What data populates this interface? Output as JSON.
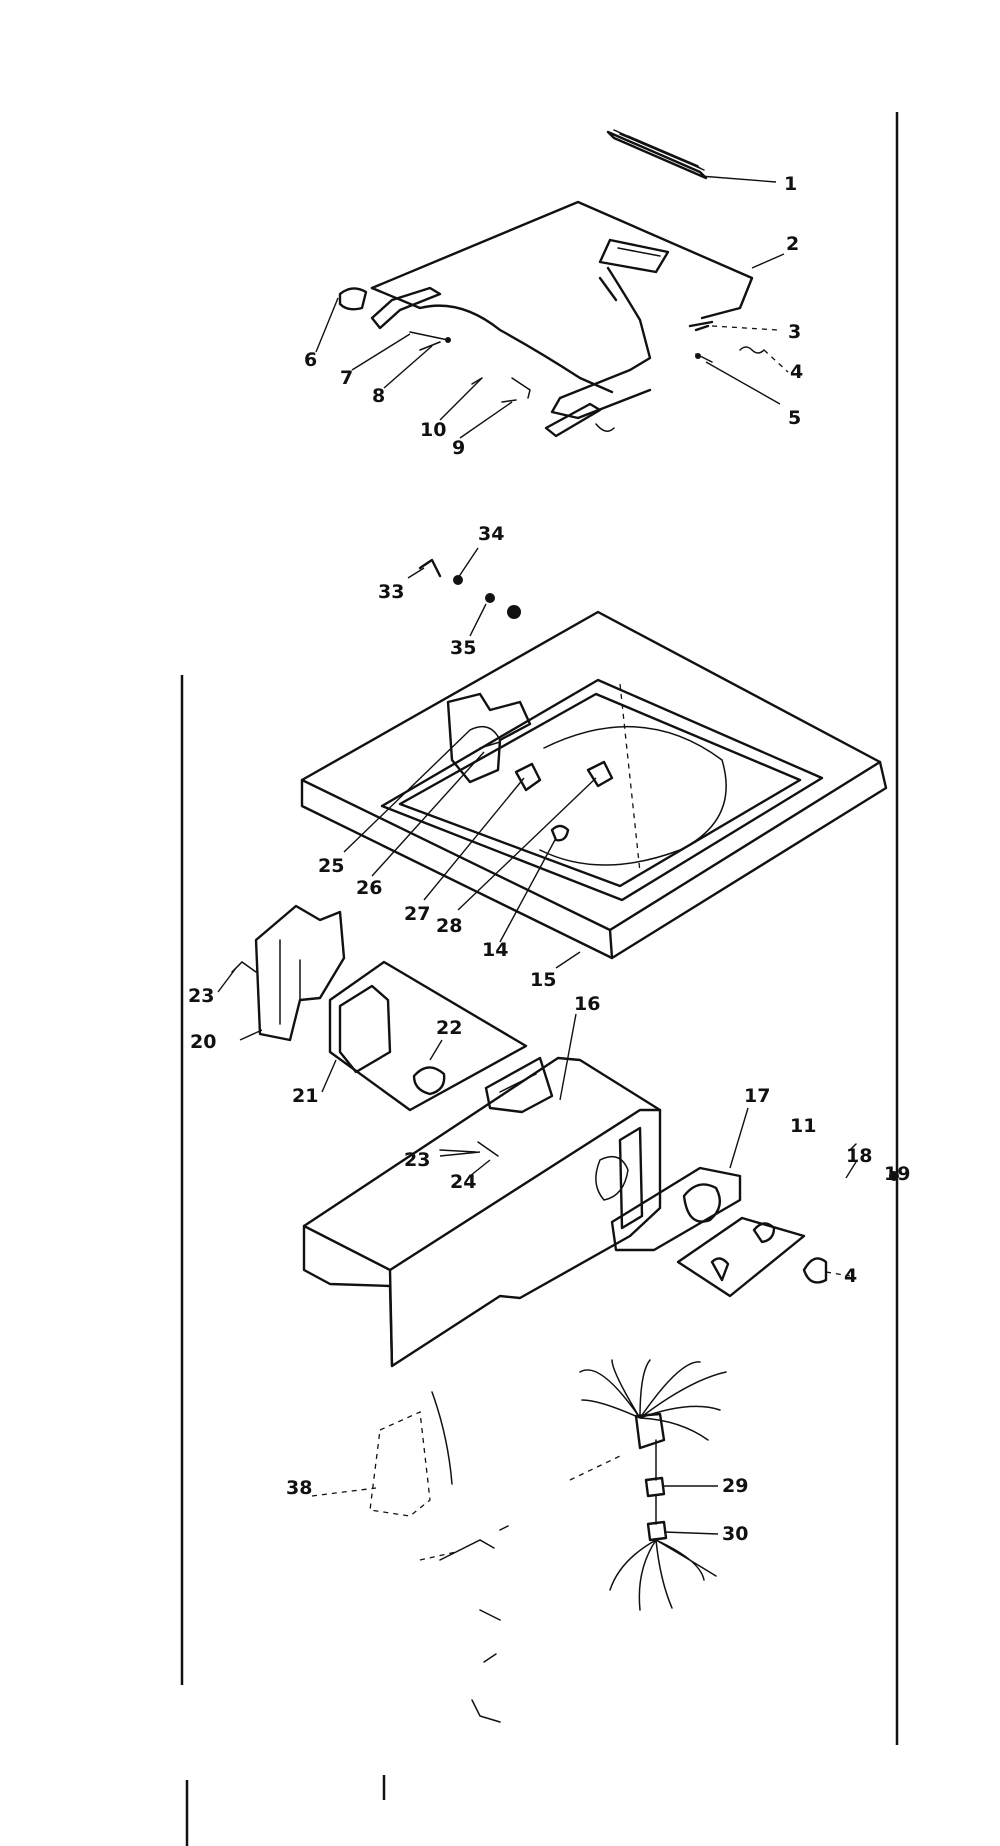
{
  "callouts": [
    {
      "id": "c1",
      "label": "1"
    },
    {
      "id": "c2",
      "label": "2"
    },
    {
      "id": "c3",
      "label": "3"
    },
    {
      "id": "c4",
      "label": "4"
    },
    {
      "id": "c5",
      "label": "5"
    },
    {
      "id": "c6",
      "label": "6"
    },
    {
      "id": "c7",
      "label": "7"
    },
    {
      "id": "c8",
      "label": "8"
    },
    {
      "id": "c10",
      "label": "10"
    },
    {
      "id": "c9",
      "label": "9"
    },
    {
      "id": "c33",
      "label": "33"
    },
    {
      "id": "c34",
      "label": "34"
    },
    {
      "id": "c35",
      "label": "35"
    },
    {
      "id": "c25",
      "label": "25"
    },
    {
      "id": "c26",
      "label": "26"
    },
    {
      "id": "c27",
      "label": "27"
    },
    {
      "id": "c28",
      "label": "28"
    },
    {
      "id": "c14",
      "label": "14"
    },
    {
      "id": "c15",
      "label": "15"
    },
    {
      "id": "c23a",
      "label": "23"
    },
    {
      "id": "c20",
      "label": "20"
    },
    {
      "id": "c22",
      "label": "22"
    },
    {
      "id": "c21",
      "label": "21"
    },
    {
      "id": "c16",
      "label": "16"
    },
    {
      "id": "c17",
      "label": "17"
    },
    {
      "id": "c11",
      "label": "11"
    },
    {
      "id": "c18",
      "label": "18"
    },
    {
      "id": "c19",
      "label": "19"
    },
    {
      "id": "c23b",
      "label": "23"
    },
    {
      "id": "c24",
      "label": "24"
    },
    {
      "id": "c4b",
      "label": "4"
    },
    {
      "id": "c38",
      "label": "38"
    },
    {
      "id": "c29",
      "label": "29"
    },
    {
      "id": "c30",
      "label": "30"
    }
  ]
}
